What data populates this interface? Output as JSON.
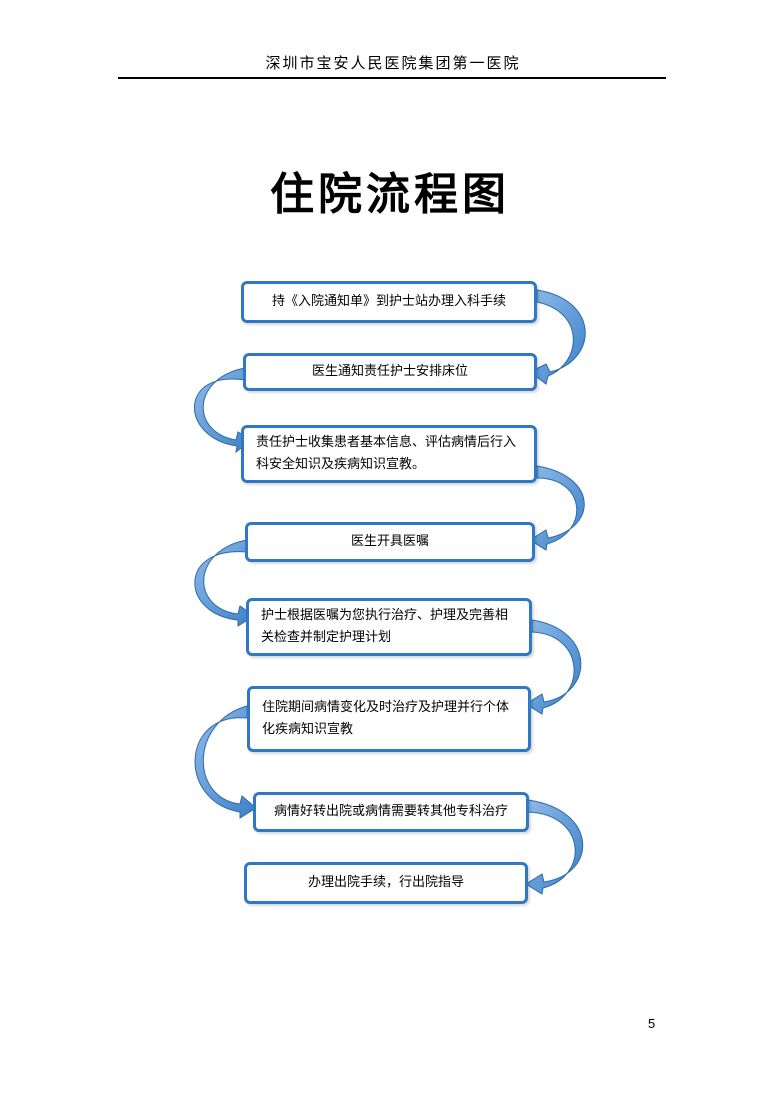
{
  "header": {
    "hospital": "深圳市宝安人民医院集团第一医院"
  },
  "title": "住院流程图",
  "steps": [
    "持《入院通知单》到护士站办理入科手续",
    "医生通知责任护士安排床位",
    "责任护士收集患者基本信息、评估病情后行入科安全知识及疾病知识宣教。",
    "医生开具医嘱",
    "护士根据医嘱为您执行治疗、护理及完善相关检查并制定护理计划",
    "住院期间病情变化及时治疗及护理并行个体化疾病知识宣教",
    "病情好转出院或病情需要转其他专科治疗",
    "办理出院手续，行出院指导"
  ],
  "colors": {
    "border": "#2e78c6",
    "arrow_fill": "#5b9bd5",
    "arrow_stroke": "#2e6aa8"
  },
  "page_number": "5"
}
